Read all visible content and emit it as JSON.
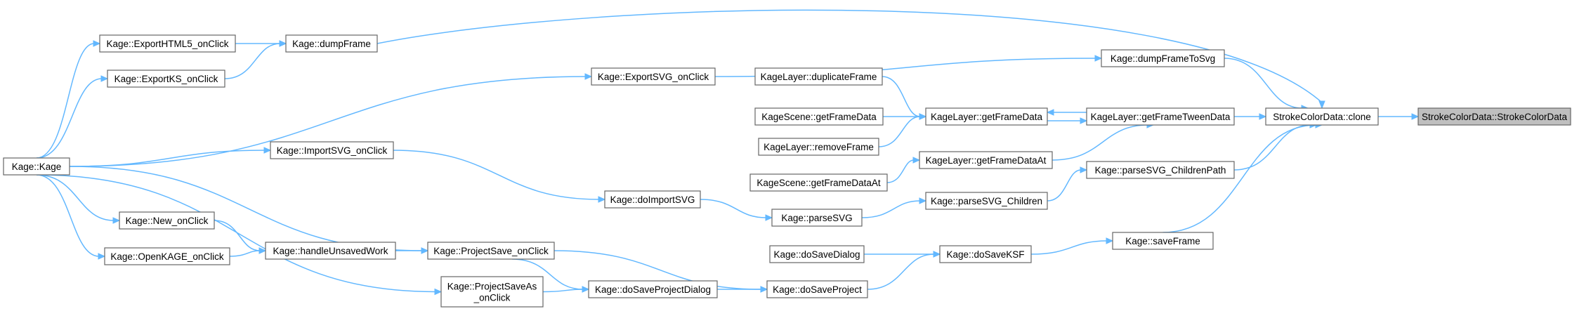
{
  "diagram": {
    "type": "call-graph",
    "edge_color": "#63b8ff",
    "root_fill": "#bfbfbf",
    "nodes": [
      {
        "id": "root",
        "lines": [
          "StrokeColorData::StrokeColorData"
        ],
        "root": true
      },
      {
        "id": "clone",
        "lines": [
          "StrokeColorData::clone"
        ]
      },
      {
        "id": "dumpFrameToSvg",
        "lines": [
          "Kage::dumpFrameToSvg"
        ]
      },
      {
        "id": "getFrameTweenData",
        "lines": [
          "KageLayer::getFrameTweenData"
        ]
      },
      {
        "id": "parseSVG_ChildrenPath",
        "lines": [
          "Kage::parseSVG_ChildrenPath"
        ]
      },
      {
        "id": "saveFrame",
        "lines": [
          "Kage::saveFrame"
        ]
      },
      {
        "id": "dumpFrame",
        "lines": [
          "Kage::dumpFrame"
        ]
      },
      {
        "id": "ExportHTML5",
        "lines": [
          "Kage::ExportHTML5_onClick"
        ]
      },
      {
        "id": "ExportKS",
        "lines": [
          "Kage::ExportKS_onClick"
        ]
      },
      {
        "id": "Kage",
        "lines": [
          "Kage::Kage"
        ]
      },
      {
        "id": "ExportSVG",
        "lines": [
          "Kage::ExportSVG_onClick"
        ]
      },
      {
        "id": "getFrameData",
        "lines": [
          "KageLayer::getFrameData"
        ]
      },
      {
        "id": "getFrameDataAt",
        "lines": [
          "KageLayer::getFrameDataAt"
        ]
      },
      {
        "id": "duplicateFrame",
        "lines": [
          "KageLayer::duplicateFrame"
        ]
      },
      {
        "id": "sceneGetFrameData",
        "lines": [
          "KageScene::getFrameData"
        ]
      },
      {
        "id": "removeFrame",
        "lines": [
          "KageLayer::removeFrame"
        ]
      },
      {
        "id": "sceneGetFrameDataAt",
        "lines": [
          "KageScene::getFrameDataAt"
        ]
      },
      {
        "id": "parseSVG_Children",
        "lines": [
          "Kage::parseSVG_Children"
        ]
      },
      {
        "id": "parseSVG",
        "lines": [
          "Kage::parseSVG"
        ]
      },
      {
        "id": "doImportSVG",
        "lines": [
          "Kage::doImportSVG"
        ]
      },
      {
        "id": "ImportSVG",
        "lines": [
          "Kage::ImportSVG_onClick"
        ]
      },
      {
        "id": "doSaveKSF",
        "lines": [
          "Kage::doSaveKSF"
        ]
      },
      {
        "id": "doSaveDialog",
        "lines": [
          "Kage::doSaveDialog"
        ]
      },
      {
        "id": "doSaveProject",
        "lines": [
          "Kage::doSaveProject"
        ]
      },
      {
        "id": "ProjectSave",
        "lines": [
          "Kage::ProjectSave_onClick"
        ]
      },
      {
        "id": "doSaveProjectDialog",
        "lines": [
          "Kage::doSaveProjectDialog"
        ]
      },
      {
        "id": "ProjectSaveAs",
        "lines": [
          "Kage::ProjectSaveAs",
          "_onClick"
        ]
      },
      {
        "id": "handleUnsavedWork",
        "lines": [
          "Kage::handleUnsavedWork"
        ]
      },
      {
        "id": "New",
        "lines": [
          "Kage::New_onClick"
        ]
      },
      {
        "id": "OpenKAGE",
        "lines": [
          "Kage::OpenKAGE_onClick"
        ]
      }
    ],
    "edges": [
      [
        "clone",
        "root"
      ],
      [
        "dumpFrameToSvg",
        "clone"
      ],
      [
        "getFrameTweenData",
        "clone"
      ],
      [
        "parseSVG_ChildrenPath",
        "clone"
      ],
      [
        "saveFrame",
        "clone"
      ],
      [
        "dumpFrame",
        "clone"
      ],
      [
        "ExportHTML5",
        "dumpFrame"
      ],
      [
        "ExportKS",
        "dumpFrame"
      ],
      [
        "Kage",
        "ExportHTML5"
      ],
      [
        "Kage",
        "ExportKS"
      ],
      [
        "ExportSVG",
        "dumpFrameToSvg"
      ],
      [
        "Kage",
        "ExportSVG"
      ],
      [
        "getFrameData",
        "getFrameTweenData"
      ],
      [
        "getFrameTweenData",
        "getFrameData"
      ],
      [
        "getFrameDataAt",
        "getFrameTweenData"
      ],
      [
        "duplicateFrame",
        "getFrameData"
      ],
      [
        "sceneGetFrameData",
        "getFrameData"
      ],
      [
        "removeFrame",
        "getFrameData"
      ],
      [
        "sceneGetFrameDataAt",
        "getFrameDataAt"
      ],
      [
        "parseSVG_Children",
        "parseSVG_ChildrenPath"
      ],
      [
        "parseSVG",
        "parseSVG_Children"
      ],
      [
        "doImportSVG",
        "parseSVG"
      ],
      [
        "ImportSVG",
        "doImportSVG"
      ],
      [
        "Kage",
        "ImportSVG"
      ],
      [
        "doSaveKSF",
        "saveFrame"
      ],
      [
        "doSaveDialog",
        "doSaveKSF"
      ],
      [
        "doSaveProject",
        "doSaveKSF"
      ],
      [
        "ProjectSave",
        "doSaveProject"
      ],
      [
        "doSaveProjectDialog",
        "doSaveProject"
      ],
      [
        "ProjectSave",
        "doSaveProjectDialog"
      ],
      [
        "ProjectSaveAs",
        "doSaveProjectDialog"
      ],
      [
        "Kage",
        "ProjectSave"
      ],
      [
        "Kage",
        "ProjectSaveAs"
      ],
      [
        "handleUnsavedWork",
        "ProjectSave"
      ],
      [
        "New",
        "handleUnsavedWork"
      ],
      [
        "OpenKAGE",
        "handleUnsavedWork"
      ],
      [
        "Kage",
        "New"
      ],
      [
        "Kage",
        "OpenKAGE"
      ]
    ]
  }
}
